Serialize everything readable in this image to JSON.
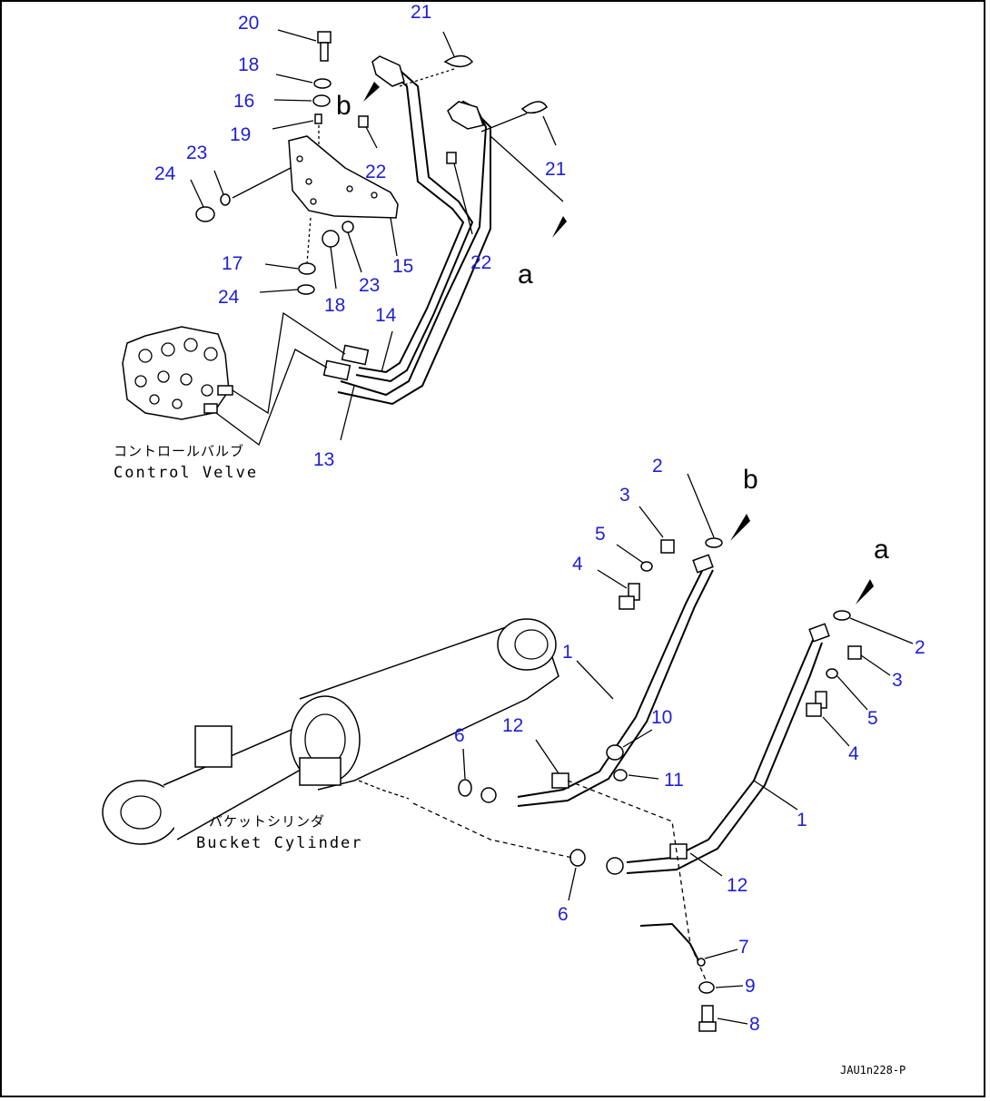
{
  "diagram": {
    "callouts": [
      "20",
      "21",
      "18",
      "16",
      "19",
      "23",
      "24",
      "22",
      "21",
      "15",
      "22",
      "17",
      "23",
      "24",
      "18",
      "14",
      "13",
      "2",
      "3",
      "5",
      "4",
      "2",
      "3",
      "5",
      "4",
      "1",
      "10",
      "11",
      "6",
      "12",
      "1",
      "12",
      "6",
      "7",
      "9",
      "8"
    ],
    "labels": {
      "control_valve_jp": "コントロールバルブ",
      "control_valve_en": "Control Velve",
      "bucket_cylinder_jp": "バケットシリンダ",
      "bucket_cylinder_en": "Bucket Cylinder"
    },
    "refs": {
      "a": "a",
      "b": "b"
    },
    "drawing_code": "JAU1n228-P"
  }
}
